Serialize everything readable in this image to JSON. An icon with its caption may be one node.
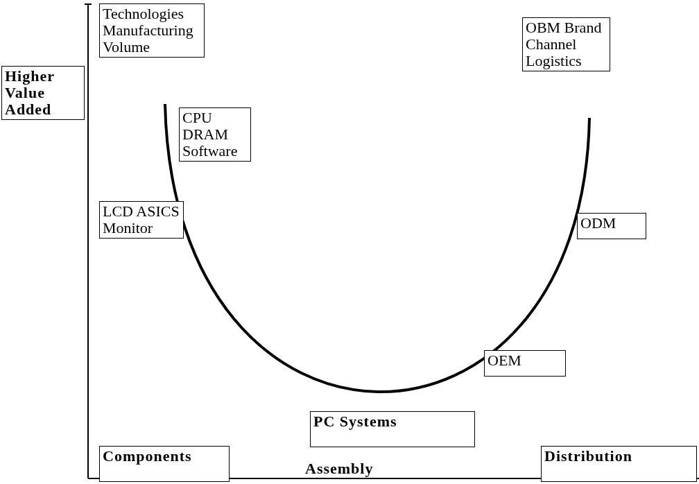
{
  "diagram": {
    "nodes": [
      {
        "text": [
          "Higher Value Added"
        ]
      },
      {
        "text": [
          "Technologies Manufacturing Volume"
        ]
      },
      {
        "text": [
          "CPU DRAM Software"
        ]
      },
      {
        "text": [
          "LCD ASICS Monitor"
        ]
      },
      {
        "text": [
          "OBM Brand Channel Logistics"
        ]
      },
      {
        "text": [
          "ODM"
        ]
      },
      {
        "text": [
          "OEM"
        ]
      },
      {
        "text": [
          "PC Systems"
        ]
      },
      {
        "text": [
          "Components"
        ]
      },
      {
        "text": [
          "Distribution"
        ]
      }
    ],
    "edges": [],
    "labels": [
      "Assembly"
    ]
  }
}
